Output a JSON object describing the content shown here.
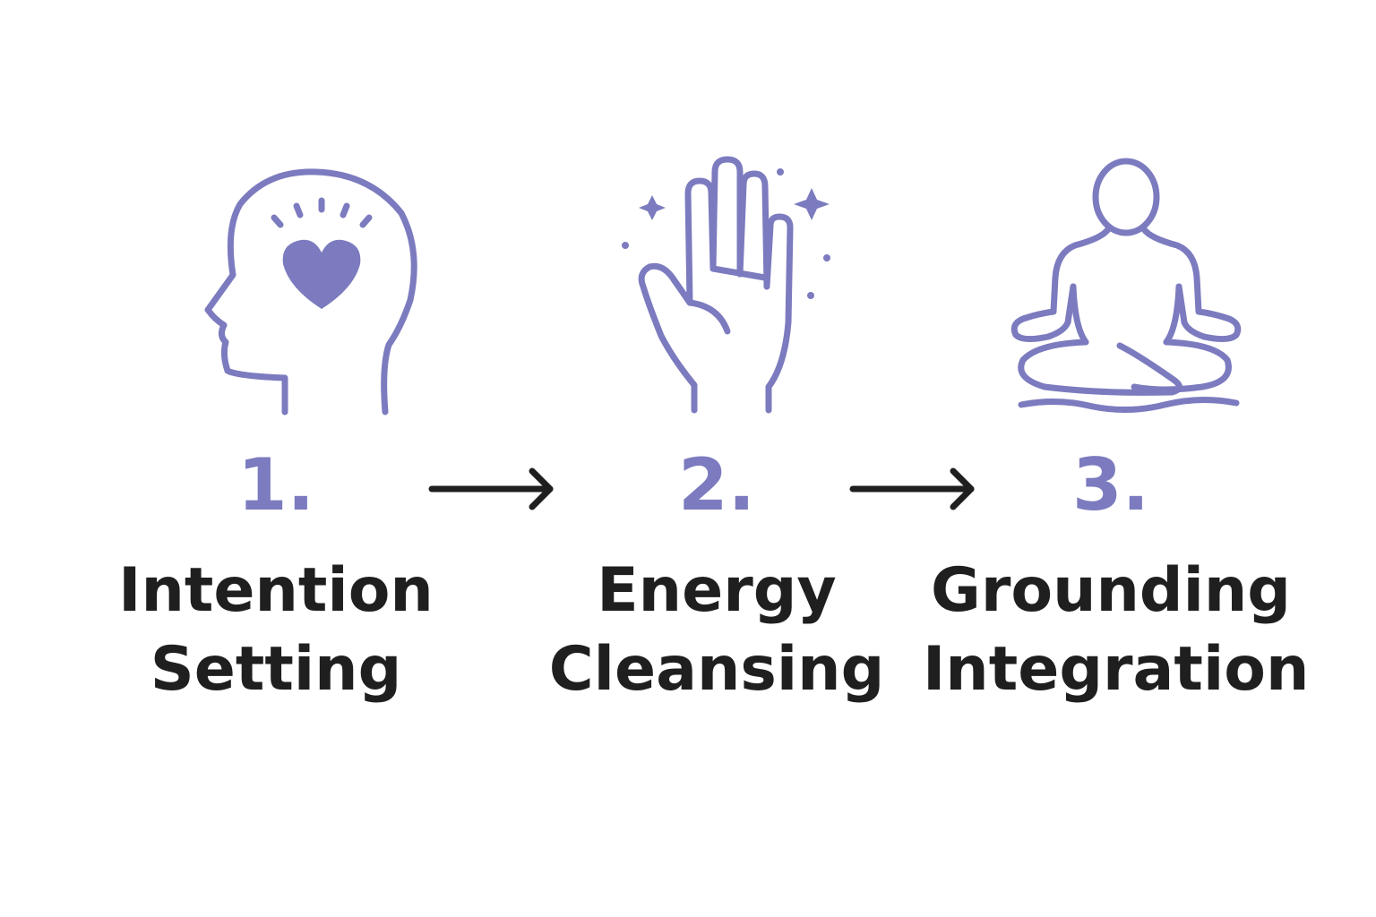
{
  "accent_color": "#7c7bbf",
  "text_color": "#1f1f1f",
  "steps": [
    {
      "number": "1.",
      "label_line1": "Intention",
      "label_line2": "Setting",
      "icon": "head-with-heart-icon"
    },
    {
      "number": "2.",
      "label_line1": "Energy",
      "label_line2": "Cleansing",
      "icon": "raised-hand-sparkles-icon"
    },
    {
      "number": "3.",
      "label_line1": "Grounding",
      "label_line2": "Integration",
      "icon": "meditation-pose-icon"
    }
  ]
}
